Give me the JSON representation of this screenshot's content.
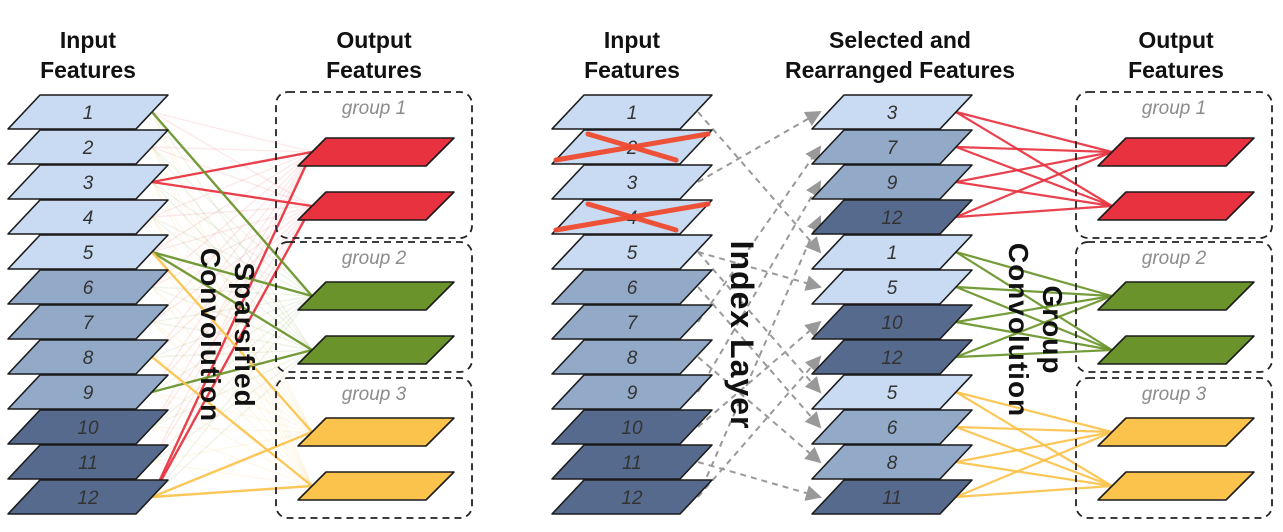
{
  "figure": {
    "description": "Sparsified convolution (left) versus index layer with group convolution (right) feature-selection diagram"
  },
  "palette": {
    "light": "#c8dbf2",
    "mid": "#92a9c8",
    "dark": "#566a8e",
    "red": "#e8323f",
    "green": "#6a942b",
    "yellow": "#fbc34c",
    "cross": "#f04a2f",
    "arrow": "#999999",
    "box": "#222222",
    "group_label": "#8c8c8c",
    "faint_opacity": 0.1
  },
  "headers": {
    "left_input": [
      "Input",
      "Features"
    ],
    "left_output": [
      "Output",
      "Features"
    ],
    "right_input": [
      "Input",
      "Features"
    ],
    "rearranged": [
      "Selected and",
      "Rearranged Features"
    ],
    "right_output": [
      "Output",
      "Features"
    ]
  },
  "labels": {
    "sparsified": [
      "Sparsified",
      "Convolution"
    ],
    "index_layer": "Index Layer",
    "group_conv": [
      "Group",
      "Convolution"
    ]
  },
  "groups": [
    {
      "label": "group 1",
      "color": "red"
    },
    {
      "label": "group 2",
      "color": "green"
    },
    {
      "label": "group 3",
      "color": "yellow"
    }
  ],
  "input_layers": [
    {
      "label": "1",
      "tone": "light"
    },
    {
      "label": "2",
      "tone": "light"
    },
    {
      "label": "3",
      "tone": "light"
    },
    {
      "label": "4",
      "tone": "light"
    },
    {
      "label": "5",
      "tone": "light"
    },
    {
      "label": "6",
      "tone": "mid"
    },
    {
      "label": "7",
      "tone": "mid"
    },
    {
      "label": "8",
      "tone": "mid"
    },
    {
      "label": "9",
      "tone": "mid"
    },
    {
      "label": "10",
      "tone": "dark"
    },
    {
      "label": "11",
      "tone": "dark"
    },
    {
      "label": "12",
      "tone": "dark"
    }
  ],
  "left": {
    "sparse_connections": [
      {
        "from": 3,
        "to": [
          "r1",
          "r2"
        ],
        "color": "red"
      },
      {
        "from": 12,
        "to": [
          "r1",
          "r2"
        ],
        "color": "red"
      },
      {
        "from": 1,
        "to": [
          "g1"
        ],
        "color": "green"
      },
      {
        "from": 5,
        "to": [
          "g1",
          "g2"
        ],
        "color": "green"
      },
      {
        "from": 9,
        "to": [
          "g2"
        ],
        "color": "green"
      },
      {
        "from": 5,
        "to": [
          "y1"
        ],
        "color": "yellow"
      },
      {
        "from": 8,
        "to": [
          "y2"
        ],
        "color": "yellow"
      },
      {
        "from": 12,
        "to": [
          "y1",
          "y2"
        ],
        "color": "yellow"
      }
    ]
  },
  "right": {
    "crossed_out": [
      "2",
      "4"
    ],
    "rearranged_layers": [
      {
        "label": "3",
        "tone": "light"
      },
      {
        "label": "7",
        "tone": "mid"
      },
      {
        "label": "9",
        "tone": "mid"
      },
      {
        "label": "12",
        "tone": "dark"
      },
      {
        "label": "1",
        "tone": "light"
      },
      {
        "label": "5",
        "tone": "light"
      },
      {
        "label": "10",
        "tone": "dark"
      },
      {
        "label": "12",
        "tone": "dark"
      },
      {
        "label": "5",
        "tone": "light"
      },
      {
        "label": "6",
        "tone": "mid"
      },
      {
        "label": "8",
        "tone": "mid"
      },
      {
        "label": "11",
        "tone": "dark"
      }
    ],
    "index_mapping": [
      {
        "from": 3,
        "to": 1
      },
      {
        "from": 7,
        "to": 2
      },
      {
        "from": 9,
        "to": 3
      },
      {
        "from": 12,
        "to": 4
      },
      {
        "from": 1,
        "to": 5
      },
      {
        "from": 5,
        "to": 6
      },
      {
        "from": 10,
        "to": 7
      },
      {
        "from": 12,
        "to": 8
      },
      {
        "from": 5,
        "to": 9
      },
      {
        "from": 6,
        "to": 10
      },
      {
        "from": 8,
        "to": 11
      },
      {
        "from": 11,
        "to": 12
      }
    ],
    "group_connections": [
      {
        "group": "red",
        "sources": [
          1,
          2,
          3,
          4
        ],
        "targets": [
          "r1",
          "r2"
        ]
      },
      {
        "group": "green",
        "sources": [
          5,
          6,
          7,
          8
        ],
        "targets": [
          "g1",
          "g2"
        ]
      },
      {
        "group": "yellow",
        "sources": [
          9,
          10,
          11,
          12
        ],
        "targets": [
          "y1",
          "y2"
        ]
      }
    ]
  }
}
